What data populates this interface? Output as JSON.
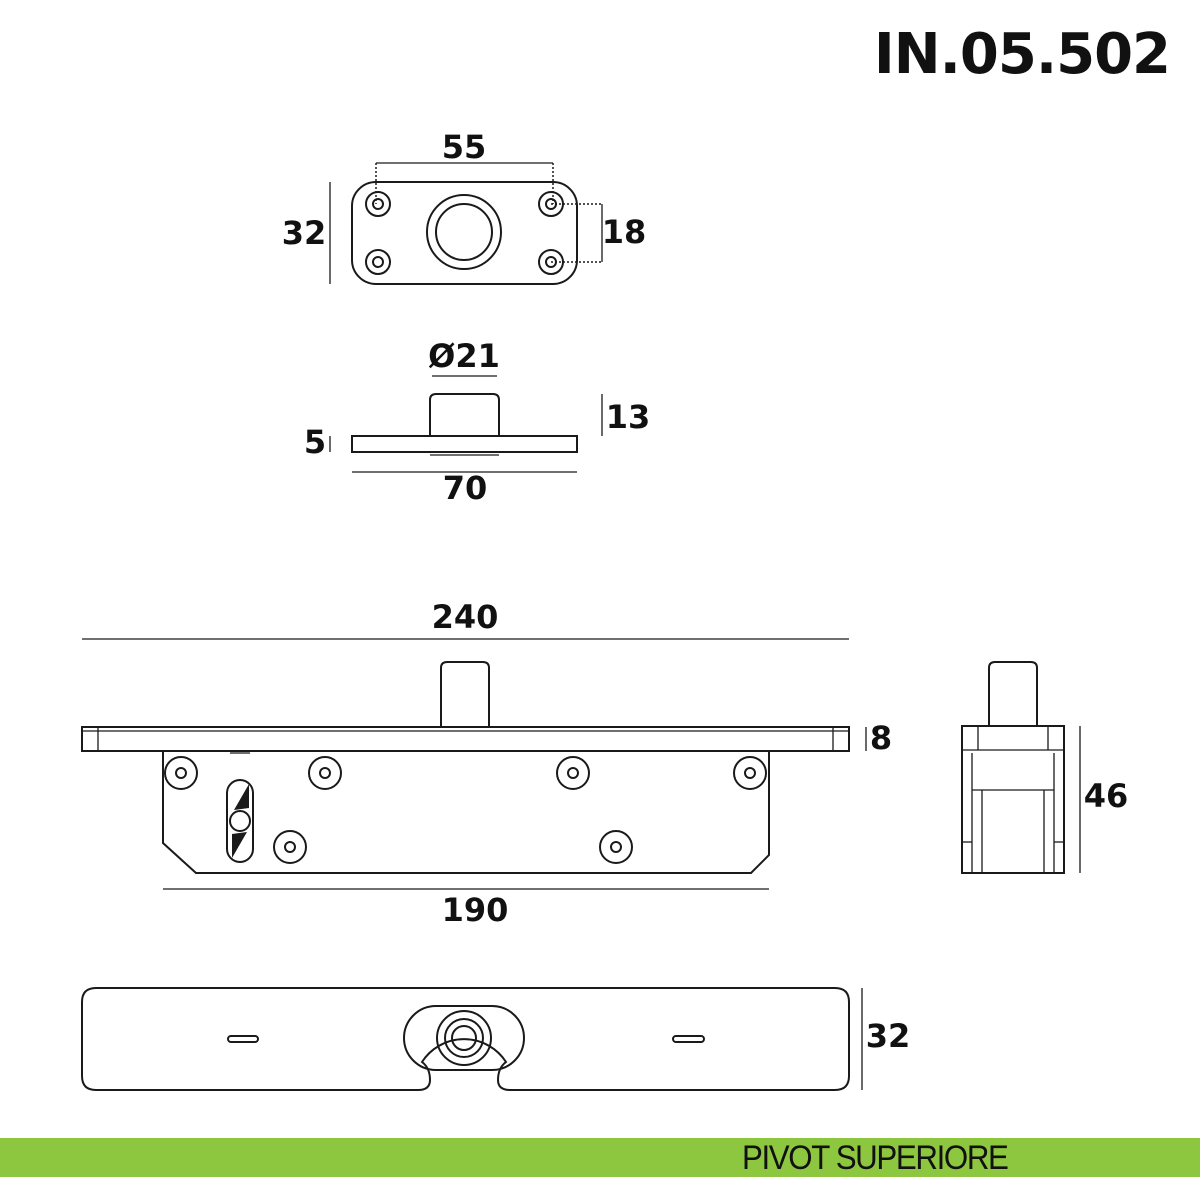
{
  "header": {
    "code": "IN.05.502"
  },
  "footer": {
    "title": "PIVOT SUPERIORE",
    "bar_color": "#8dc63f"
  },
  "dimensions": {
    "top_view": {
      "hole_spacing_x": "55",
      "height": "32",
      "hole_spacing_y": "18"
    },
    "side_view": {
      "diameter": "Ø21",
      "pin_height": "13",
      "plate_thickness": "5",
      "width": "70"
    },
    "front_view": {
      "length": "240",
      "plate_thickness": "8",
      "body_length": "190"
    },
    "end_view": {
      "height": "46"
    },
    "bottom_view": {
      "width": "32"
    }
  }
}
